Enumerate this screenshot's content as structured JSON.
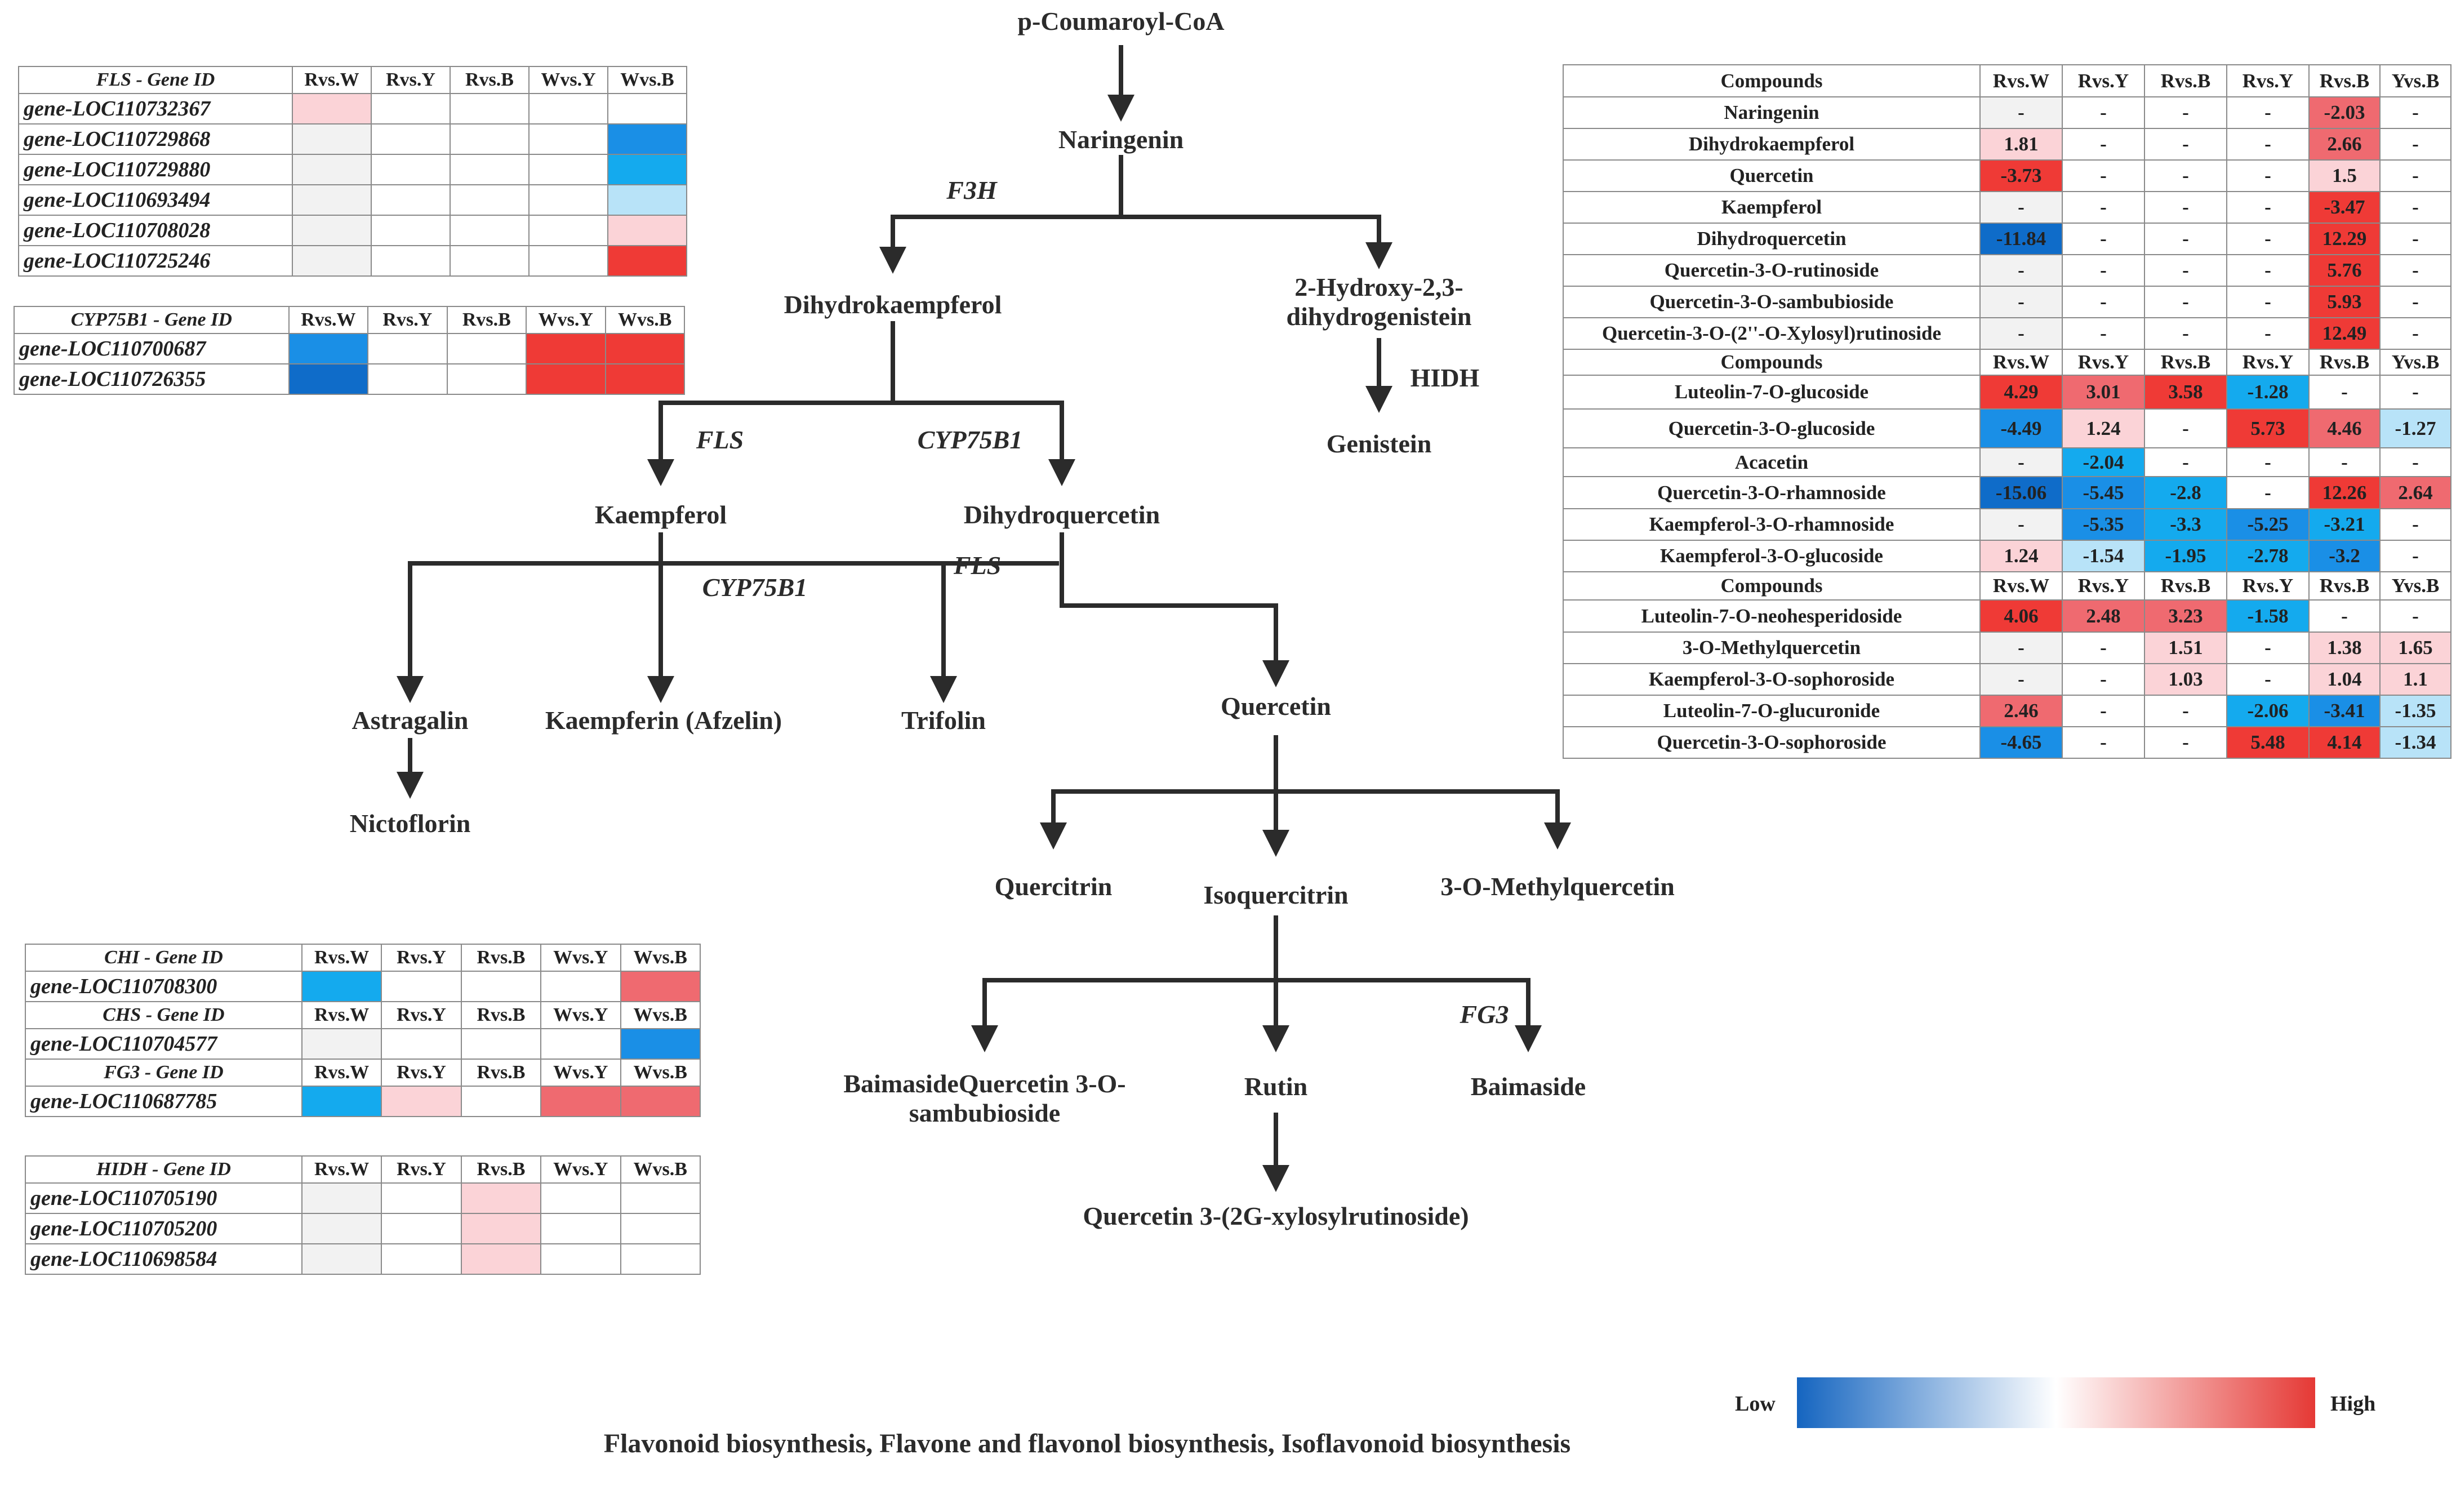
{
  "pathway": {
    "nodes": {
      "pcoumaroyl": "p-Coumaroyl-CoA",
      "naringenin": "Naringenin",
      "dihydrokaempferol": "Dihydrokaempferol",
      "hydroxy": "2-Hydroxy-2,3-dihydrogenistein",
      "genistein": "Genistein",
      "kaempferol": "Kaempferol",
      "dihydroquercetin": "Dihydroquercetin",
      "astragalin": "Astragalin",
      "kaempferin": "Kaempferin (Afzelin)",
      "trifolin": "Trifolin",
      "quercetin": "Quercetin",
      "nictoflorin": "Nictoflorin",
      "quercitrin": "Quercitrin",
      "isoquercitrin": "Isoquercitrin",
      "methylquercetin": "3-O-Methylquercetin",
      "baimaside_qs": "BaimasideQuercetin 3-O-sambubioside",
      "rutin": "Rutin",
      "baimaside": "Baimaside",
      "xylosyl": "Quercetin 3-(2G-xylosylrutinoside)"
    },
    "enzymes": {
      "f3h": "F3H",
      "hidh": "HIDH",
      "fls1": "FLS",
      "cyp1": "CYP75B1",
      "fls2": "FLS",
      "cyp2": "CYP75B1",
      "fg3": "FG3"
    }
  },
  "gene_tables": [
    {
      "id": "fls",
      "header": [
        "FLS - Gene ID",
        "Rvs.W",
        "Rvs.Y",
        "Rvs.B",
        "Wvs.Y",
        "Wvs.B"
      ],
      "groups": [
        {
          "rows": [
            {
              "gene": "gene-LOC110732367",
              "colors": [
                "#fbd3d7",
                "#ffffff",
                "#ffffff",
                "#ffffff",
                "#ffffff"
              ]
            },
            {
              "gene": "gene-LOC110729868",
              "colors": [
                "#f2f2f2",
                "#ffffff",
                "#ffffff",
                "#ffffff",
                "#1a8fe6"
              ]
            },
            {
              "gene": "gene-LOC110729880",
              "colors": [
                "#f2f2f2",
                "#ffffff",
                "#ffffff",
                "#ffffff",
                "#14aaee"
              ]
            },
            {
              "gene": "gene-LOC110693494",
              "colors": [
                "#f2f2f2",
                "#ffffff",
                "#ffffff",
                "#ffffff",
                "#b8e3f8"
              ]
            },
            {
              "gene": "gene-LOC110708028",
              "colors": [
                "#f2f2f2",
                "#ffffff",
                "#ffffff",
                "#ffffff",
                "#fbd3d7"
              ]
            },
            {
              "gene": "gene-LOC110725246",
              "colors": [
                "#f2f2f2",
                "#ffffff",
                "#ffffff",
                "#ffffff",
                "#ef3a36"
              ]
            }
          ]
        }
      ]
    },
    {
      "id": "cyp",
      "header": [
        "CYP75B1 - Gene ID",
        "Rvs.W",
        "Rvs.Y",
        "Rvs.B",
        "Wvs.Y",
        "Wvs.B"
      ],
      "groups": [
        {
          "rows": [
            {
              "gene": "gene-LOC110700687",
              "colors": [
                "#1a8fe6",
                "#ffffff",
                "#ffffff",
                "#ef3a36",
                "#ef3a36"
              ]
            },
            {
              "gene": "gene-LOC110726355",
              "colors": [
                "#0f6cc9",
                "#ffffff",
                "#ffffff",
                "#ef3a36",
                "#ef3a36"
              ]
            }
          ]
        }
      ]
    },
    {
      "id": "chi",
      "groups": [
        {
          "header": [
            "CHI - Gene ID",
            "Rvs.W",
            "Rvs.Y",
            "Rvs.B",
            "Wvs.Y",
            "Wvs.B"
          ],
          "rows": [
            {
              "gene": "gene-LOC110708300",
              "colors": [
                "#14aaee",
                "#ffffff",
                "#ffffff",
                "#ffffff",
                "#ef6a70"
              ]
            }
          ]
        },
        {
          "header": [
            "CHS - Gene ID",
            "Rvs.W",
            "Rvs.Y",
            "Rvs.B",
            "Wvs.Y",
            "Wvs.B"
          ],
          "rows": [
            {
              "gene": "gene-LOC110704577",
              "colors": [
                "#f2f2f2",
                "#ffffff",
                "#ffffff",
                "#ffffff",
                "#1a8fe6"
              ]
            }
          ]
        },
        {
          "header": [
            "FG3 - Gene ID",
            "Rvs.W",
            "Rvs.Y",
            "Rvs.B",
            "Wvs.Y",
            "Wvs.B"
          ],
          "rows": [
            {
              "gene": "gene-LOC110687785",
              "colors": [
                "#14aaee",
                "#fbd3d7",
                "#ffffff",
                "#ef6a70",
                "#ef6a70"
              ]
            }
          ]
        }
      ]
    },
    {
      "id": "hidh",
      "header": [
        "HIDH - Gene ID",
        "Rvs.W",
        "Rvs.Y",
        "Rvs.B",
        "Wvs.Y",
        "Wvs.B"
      ],
      "groups": [
        {
          "rows": [
            {
              "gene": "gene-LOC110705190",
              "colors": [
                "#f2f2f2",
                "#ffffff",
                "#fbd3d7",
                "#ffffff",
                "#ffffff"
              ]
            },
            {
              "gene": "gene-LOC110705200",
              "colors": [
                "#f2f2f2",
                "#ffffff",
                "#fbd3d7",
                "#ffffff",
                "#ffffff"
              ]
            },
            {
              "gene": "gene-LOC110698584",
              "colors": [
                "#f2f2f2",
                "#ffffff",
                "#fbd3d7",
                "#ffffff",
                "#ffffff"
              ]
            }
          ]
        }
      ]
    }
  ],
  "compound_table": {
    "sections": [
      {
        "header": [
          "Compounds",
          "Rvs.W",
          "Rvs.Y",
          "Rvs.B",
          "Rvs.Y",
          "Rvs.B",
          "Yvs.B"
        ],
        "rows": [
          {
            "name": "Naringenin",
            "values": [
              "-",
              "-",
              "-",
              "-",
              "-2.03",
              "-"
            ],
            "colors": [
              "#f2f2f2",
              "#ffffff",
              "#ffffff",
              "#ffffff",
              "#ef6a70",
              "#ffffff"
            ]
          },
          {
            "name": "Dihydrokaempferol",
            "values": [
              "1.81",
              "-",
              "-",
              "-",
              "2.66",
              "-"
            ],
            "colors": [
              "#fbd3d7",
              "#ffffff",
              "#ffffff",
              "#ffffff",
              "#ef6a70",
              "#ffffff"
            ]
          },
          {
            "name": "Quercetin",
            "values": [
              "-3.73",
              "-",
              "-",
              "-",
              "1.5",
              "-"
            ],
            "colors": [
              "#ef3a36",
              "#ffffff",
              "#ffffff",
              "#ffffff",
              "#fbd3d7",
              "#ffffff"
            ]
          },
          {
            "name": "Kaempferol",
            "values": [
              "-",
              "-",
              "-",
              "-",
              "-3.47",
              "-"
            ],
            "colors": [
              "#f2f2f2",
              "#ffffff",
              "#ffffff",
              "#ffffff",
              "#ef3a36",
              "#ffffff"
            ]
          },
          {
            "name": "Dihydroquercetin",
            "values": [
              "-11.84",
              "-",
              "-",
              "-",
              "12.29",
              "-"
            ],
            "colors": [
              "#0f6cc9",
              "#ffffff",
              "#ffffff",
              "#ffffff",
              "#ef3a36",
              "#ffffff"
            ]
          },
          {
            "name": "Quercetin-3-O-rutinoside",
            "values": [
              "-",
              "-",
              "-",
              "-",
              "5.76",
              "-"
            ],
            "colors": [
              "#f2f2f2",
              "#ffffff",
              "#ffffff",
              "#ffffff",
              "#ef3a36",
              "#ffffff"
            ]
          },
          {
            "name": "Quercetin-3-O-sambubioside",
            "values": [
              "-",
              "-",
              "-",
              "-",
              "5.93",
              "-"
            ],
            "colors": [
              "#f2f2f2",
              "#ffffff",
              "#ffffff",
              "#ffffff",
              "#ef3a36",
              "#ffffff"
            ]
          },
          {
            "name": "Quercetin-3-O-(2''-O-Xylosyl)rutinoside",
            "values": [
              "-",
              "-",
              "-",
              "-",
              "12.49",
              "-"
            ],
            "colors": [
              "#f2f2f2",
              "#ffffff",
              "#ffffff",
              "#ffffff",
              "#ef3a36",
              "#ffffff"
            ]
          }
        ]
      },
      {
        "header": [
          "Compounds",
          "Rvs.W",
          "Rvs.Y",
          "Rvs.B",
          "Rvs.Y",
          "Rvs.B",
          "Yvs.B"
        ],
        "rows": [
          {
            "name": "Luteolin-7-O-glucoside",
            "values": [
              "4.29",
              "3.01",
              "3.58",
              "-1.28",
              "-",
              "-"
            ],
            "colors": [
              "#ef3a36",
              "#ef6a70",
              "#ef3a36",
              "#14aaee",
              "#ffffff",
              "#ffffff"
            ]
          },
          {
            "name": "Quercetin-3-O-glucoside",
            "values": [
              "-4.49",
              "1.24",
              "-",
              "5.73",
              "4.46",
              "-1.27"
            ],
            "colors": [
              "#1a8fe6",
              "#fbd3d7",
              "#ffffff",
              "#ef3a36",
              "#ef6a70",
              "#b8e3f8"
            ]
          },
          {
            "name": "Acacetin",
            "values": [
              "-",
              "-2.04",
              "-",
              "-",
              "-",
              "-"
            ],
            "colors": [
              "#f2f2f2",
              "#14aaee",
              "#ffffff",
              "#ffffff",
              "#ffffff",
              "#ffffff"
            ]
          },
          {
            "name": "Quercetin-3-O-rhamnoside",
            "values": [
              "-15.06",
              "-5.45",
              "-2.8",
              "-",
              "12.26",
              "2.64"
            ],
            "colors": [
              "#0f6cc9",
              "#1a8fe6",
              "#14aaee",
              "#ffffff",
              "#ef3a36",
              "#ef6a70"
            ]
          },
          {
            "name": "Kaempferol-3-O-rhamnoside",
            "values": [
              "-",
              "-5.35",
              "-3.3",
              "-5.25",
              "-3.21",
              "-"
            ],
            "colors": [
              "#f2f2f2",
              "#1a8fe6",
              "#14aaee",
              "#1a8fe6",
              "#14aaee",
              "#ffffff"
            ]
          },
          {
            "name": "Kaempferol-3-O-glucoside",
            "values": [
              "1.24",
              "-1.54",
              "-1.95",
              "-2.78",
              "-3.2",
              "-"
            ],
            "colors": [
              "#fbd3d7",
              "#b8e3f8",
              "#14aaee",
              "#14aaee",
              "#1a8fe6",
              "#ffffff"
            ]
          }
        ]
      },
      {
        "header": [
          "Compounds",
          "Rvs.W",
          "Rvs.Y",
          "Rvs.B",
          "Rvs.Y",
          "Rvs.B",
          "Yvs.B"
        ],
        "rows": [
          {
            "name": "Luteolin-7-O-neohesperidoside",
            "values": [
              "4.06",
              "2.48",
              "3.23",
              "-1.58",
              "-",
              "-"
            ],
            "colors": [
              "#ef3a36",
              "#ef6a70",
              "#ef6a70",
              "#14aaee",
              "#ffffff",
              "#ffffff"
            ]
          },
          {
            "name": "3-O-Methylquercetin",
            "values": [
              "-",
              "-",
              "1.51",
              "-",
              "1.38",
              "1.65"
            ],
            "colors": [
              "#f2f2f2",
              "#ffffff",
              "#fbd3d7",
              "#ffffff",
              "#fbd3d7",
              "#fbd3d7"
            ]
          },
          {
            "name": "Kaempferol-3-O-sophoroside",
            "values": [
              "-",
              "-",
              "1.03",
              "-",
              "1.04",
              "1.1"
            ],
            "colors": [
              "#f2f2f2",
              "#ffffff",
              "#fbd3d7",
              "#ffffff",
              "#fbd3d7",
              "#fbd3d7"
            ]
          },
          {
            "name": "Luteolin-7-O-glucuronide",
            "values": [
              "2.46",
              "-",
              "-",
              "-2.06",
              "-3.41",
              "-1.35"
            ],
            "colors": [
              "#ef6a70",
              "#ffffff",
              "#ffffff",
              "#14aaee",
              "#1a8fe6",
              "#b8e3f8"
            ]
          },
          {
            "name": "Quercetin-3-O-sophoroside",
            "values": [
              "-4.65",
              "-",
              "-",
              "5.48",
              "4.14",
              "-1.34"
            ],
            "colors": [
              "#1a8fe6",
              "#ffffff",
              "#ffffff",
              "#ef3a36",
              "#ef3a36",
              "#b8e3f8"
            ]
          }
        ]
      }
    ]
  },
  "legend": {
    "low": "Low",
    "high": "High",
    "low_color": "#1565c0",
    "mid_color": "#ffffff",
    "high_color": "#e53935"
  },
  "caption": "Flavonoid biosynthesis, Flavone and flavonol biosynthesis, Isoflavonoid biosynthesis"
}
